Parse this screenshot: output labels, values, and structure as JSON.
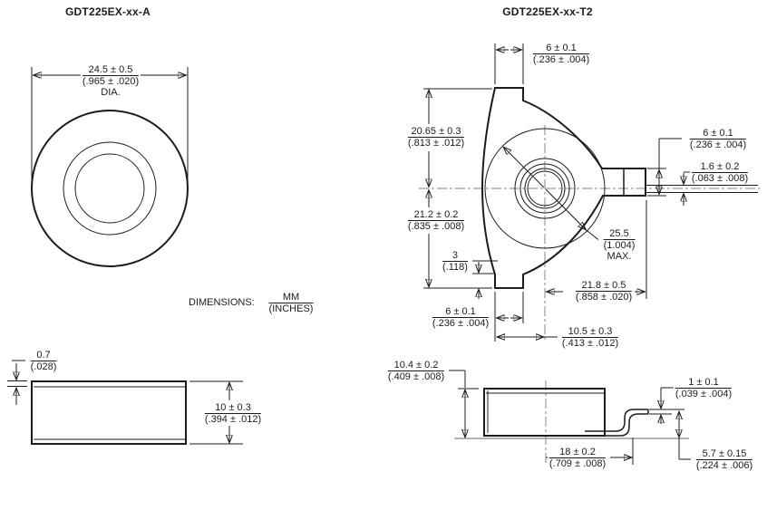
{
  "palette": {
    "line": "#1c1c1c",
    "centerline": "#868686",
    "seating_plane": "#9a9a9a",
    "background": "#ffffff"
  },
  "note": {
    "label": "DIMENSIONS:",
    "unit_mm": "MM",
    "unit_inches": "(INCHES)"
  },
  "left_view": {
    "title": "GDT225EX-xx-A",
    "front": {
      "diameter": {
        "mm": "24.5 ± 0.5",
        "in": "(.965 ± .020)",
        "suffix": "DIA."
      }
    },
    "side": {
      "electrode_thickness": {
        "mm": "0.7",
        "in": "(.028)"
      },
      "thickness": {
        "mm": "10 ± 0.3",
        "in": "(.394 ± .012)"
      }
    }
  },
  "right_view": {
    "title": "GDT225EX-xx-T2",
    "front": {
      "top_tab_width": {
        "mm": "6 ± 0.1",
        "in": "(.236 ± .004)"
      },
      "center_to_top": {
        "mm": "20.65 ± 0.3",
        "in": "(.813 ± .012)"
      },
      "center_to_bottom": {
        "mm": "21.2 ± 0.2",
        "in": "(.835 ± .008)"
      },
      "tab_edge_height": {
        "mm": "3",
        "in": "(.118)"
      },
      "bottom_tab_width": {
        "mm": "6 ± 0.1",
        "in": "(.236 ± .004)"
      },
      "max_diameter": {
        "mm": "25.5",
        "in": "(1.004)",
        "suffix": "MAX."
      },
      "tab_height": {
        "mm": "6 ± 0.1",
        "in": "(.236 ± .004)"
      },
      "lead_width": {
        "mm": "1.6 ± 0.2",
        "in": "(.063 ± .008)"
      },
      "center_to_tab_end": {
        "mm": "21.8 ± 0.5",
        "in": "(.858 ± .020)"
      },
      "left_to_center": {
        "mm": "10.5 ± 0.3",
        "in": "(.413 ± .012)"
      }
    },
    "side": {
      "body_height": {
        "mm": "10.4 ± 0.2",
        "in": "(.409 ± .008)"
      },
      "lead_thickness": {
        "mm": "1 ± 0.1",
        "in": "(.039 ± .004)"
      },
      "center_to_bend": {
        "mm": "18 ± 0.2",
        "in": "(.709 ± .008)"
      },
      "lead_height": {
        "mm": "5.7 ± 0.15",
        "in": "(.224 ± .006)"
      }
    }
  }
}
